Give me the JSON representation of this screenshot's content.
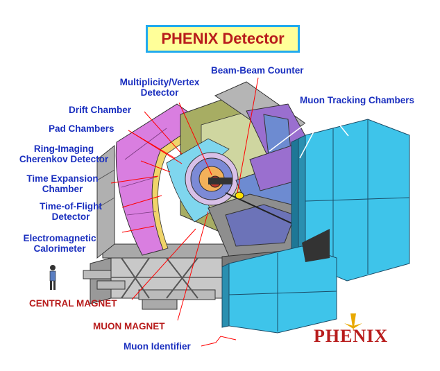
{
  "title": "PHENIX Detector",
  "logo_text": "PHENIX",
  "labels": {
    "beam_beam_counter": "Beam-Beam Counter",
    "multiplicity_vertex": [
      "Multiplicity/Vertex",
      "Detector"
    ],
    "muon_tracking": "Muon Tracking Chambers",
    "drift_chamber": "Drift Chamber",
    "pad_chambers": "Pad Chambers",
    "rich": [
      "Ring-Imaging",
      "Cherenkov Detector"
    ],
    "tec": [
      "Time Expansion",
      "Chamber"
    ],
    "tof": [
      "Time-of-Flight",
      "Detector"
    ],
    "emcal": [
      "Electromagnetic",
      "Calorimeter"
    ],
    "central_magnet": "CENTRAL MAGNET",
    "muon_magnet": "MUON MAGNET",
    "muon_identifier": "Muon Identifier"
  },
  "colors": {
    "label_blue": "#1a2fbf",
    "label_red": "#b81c1c",
    "title_bg": "#ffff99",
    "title_border": "#22aaee",
    "leader_red": "#ff0000",
    "magenta": "#d97ee0",
    "cyan": "#3ec4ea",
    "grey": "#b9b9b9",
    "olive": "#a7ad63"
  }
}
